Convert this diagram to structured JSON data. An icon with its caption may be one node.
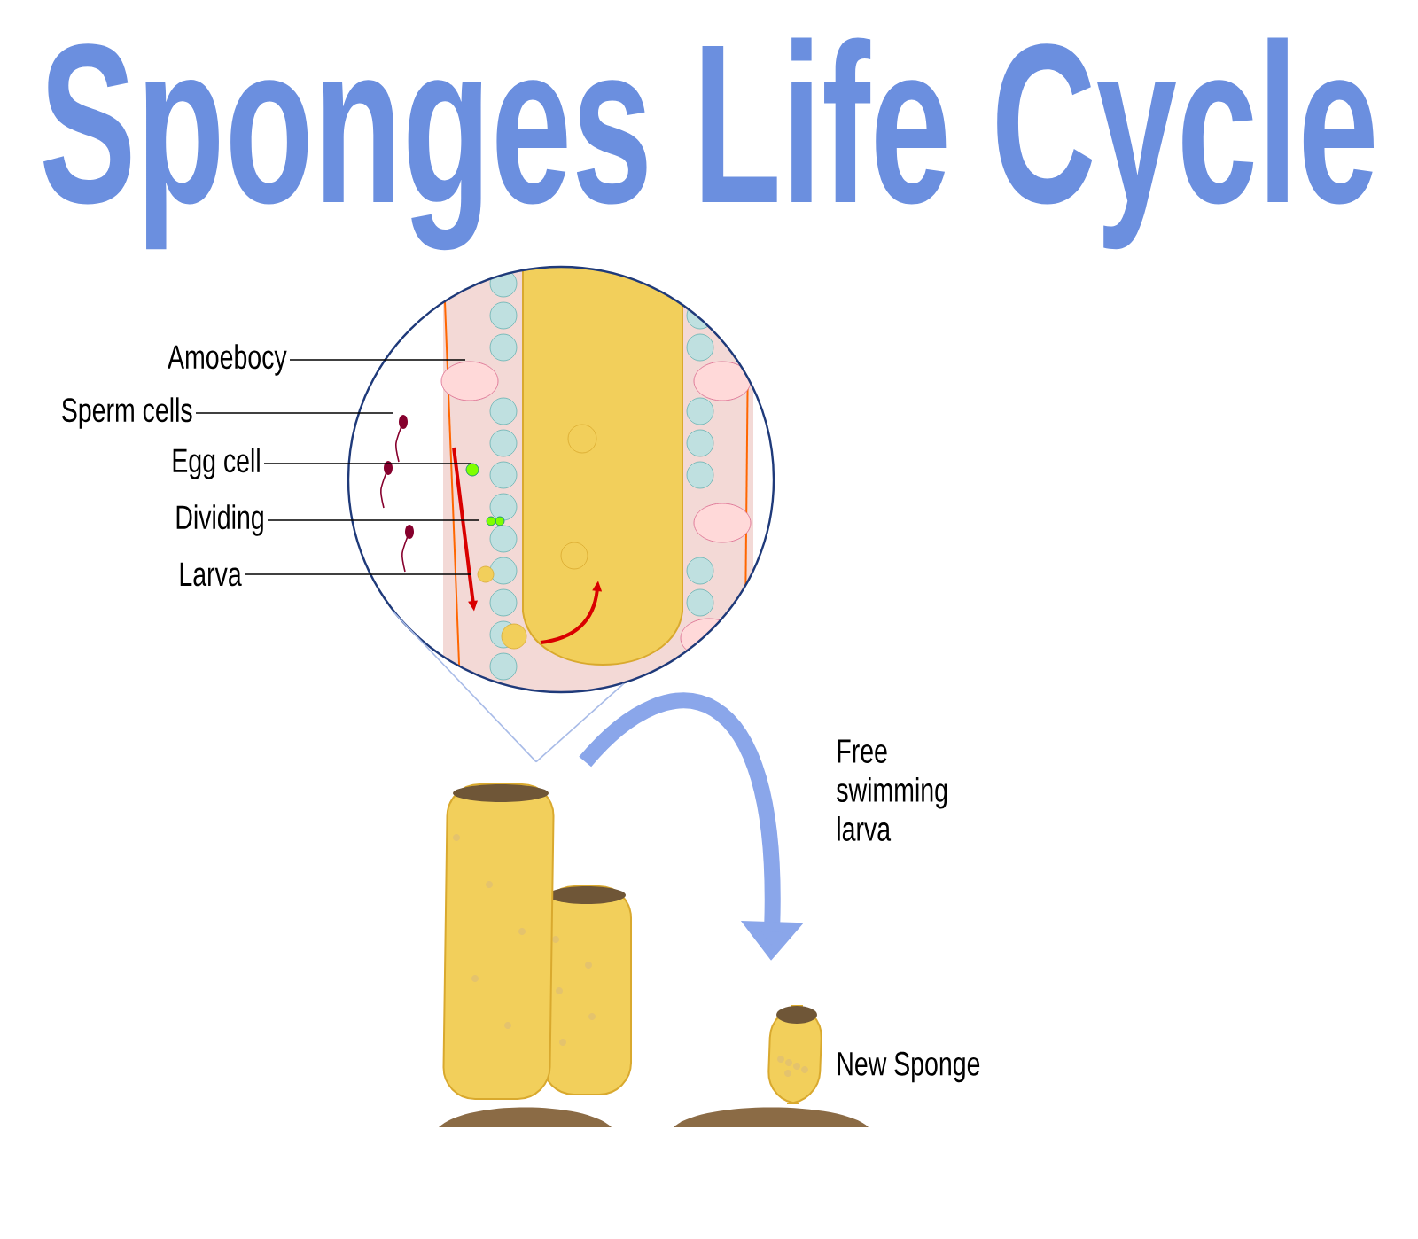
{
  "diagram": {
    "title": "Sponges Life Cycle",
    "nodes": [
      {
        "text": [
          "Amoebocy"
        ]
      },
      {
        "text": [
          "Sperm cells"
        ]
      },
      {
        "text": [
          "Egg cell"
        ]
      },
      {
        "text": [
          "Dividing"
        ]
      },
      {
        "text": [
          "Larva"
        ]
      },
      {
        "text": [],
        "shape": "picture"
      },
      {
        "text": [],
        "shape": "picture"
      },
      {
        "text": [],
        "shape": "picture",
        "beside": [
          "New Sponge"
        ]
      }
    ],
    "edges": [
      {
        "from": 0,
        "to": 5,
        "arrow": "none"
      },
      {
        "from": 1,
        "to": 5,
        "arrow": "none"
      },
      {
        "from": 2,
        "to": 5,
        "arrow": "none"
      },
      {
        "from": 3,
        "to": 5,
        "arrow": "none"
      },
      {
        "from": 4,
        "to": 5,
        "arrow": "none"
      },
      {
        "from": 6,
        "to": 5,
        "arrow": "none",
        "color": "#a9bce8"
      },
      {
        "from": 6,
        "to": 5,
        "arrow": "none",
        "color": "#a9bce8"
      },
      {
        "from": 6,
        "to": 7,
        "arrow": "to",
        "label": "Free swimming larva",
        "style": "thick",
        "color": "#8aa6ea"
      }
    ]
  }
}
